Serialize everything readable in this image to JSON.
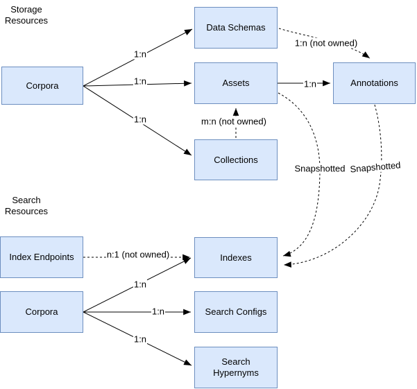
{
  "sections": {
    "storage": "Storage\nResources",
    "search": "Search\nResources"
  },
  "nodes": {
    "corpora_storage": "Corpora",
    "data_schemas": "Data Schemas",
    "assets": "Assets",
    "annotations": "Annotations",
    "collections": "Collections",
    "index_endpoints": "Index Endpoints",
    "corpora_search": "Corpora",
    "indexes": "Indexes",
    "search_configs": "Search Configs",
    "search_hypernyms": "Search\nHypernyms"
  },
  "edges": {
    "corpora_to_data_schemas": "1:n",
    "corpora_to_assets": "1:n",
    "corpora_to_collections": "1:n",
    "data_schemas_to_annotations": "1:n (not owned)",
    "assets_to_annotations": "1:n",
    "collections_to_assets": "m:n (not owned)",
    "assets_to_indexes": "Snapshotted",
    "annotations_to_indexes": "Snapshotted",
    "index_endpoints_to_indexes": "n:1 (not owned)",
    "corpora_search_to_indexes": "1:n",
    "corpora_search_to_search_configs": "1:n",
    "corpora_search_to_search_hypernyms": "1:n"
  },
  "colors": {
    "node_fill": "#dae8fc",
    "node_border": "#6c8ebf",
    "edge": "#000000",
    "background": "#ffffff"
  }
}
